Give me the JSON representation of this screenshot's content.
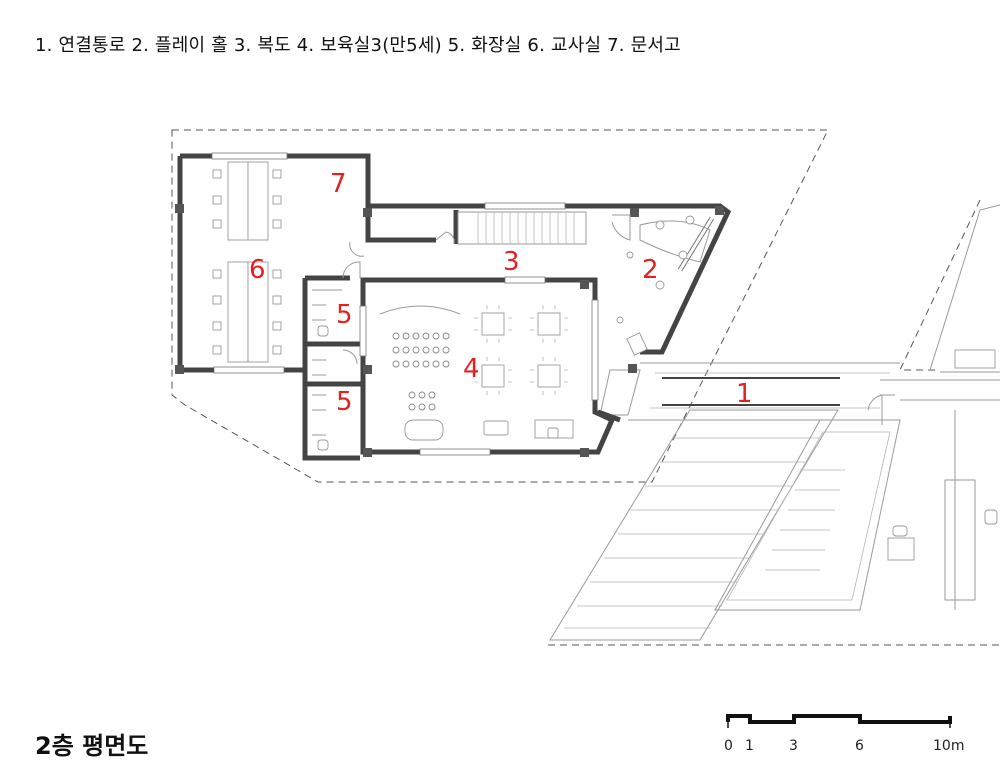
{
  "legend": "1. 연결통로  2. 플레이 홀  3. 복도  4. 보육실3(만5세)  5. 화장실  6. 교사실  7. 문서고",
  "title": "2층 평면도",
  "room_numbers": [
    "1",
    "2",
    "3",
    "4",
    "5",
    "5",
    "6",
    "7"
  ],
  "scale_bar": {
    "labels": [
      "0",
      "1",
      "3",
      "6",
      "10m"
    ]
  },
  "colors": {
    "room_number": "#e02222",
    "wall": "#444444",
    "line": "#999999"
  }
}
